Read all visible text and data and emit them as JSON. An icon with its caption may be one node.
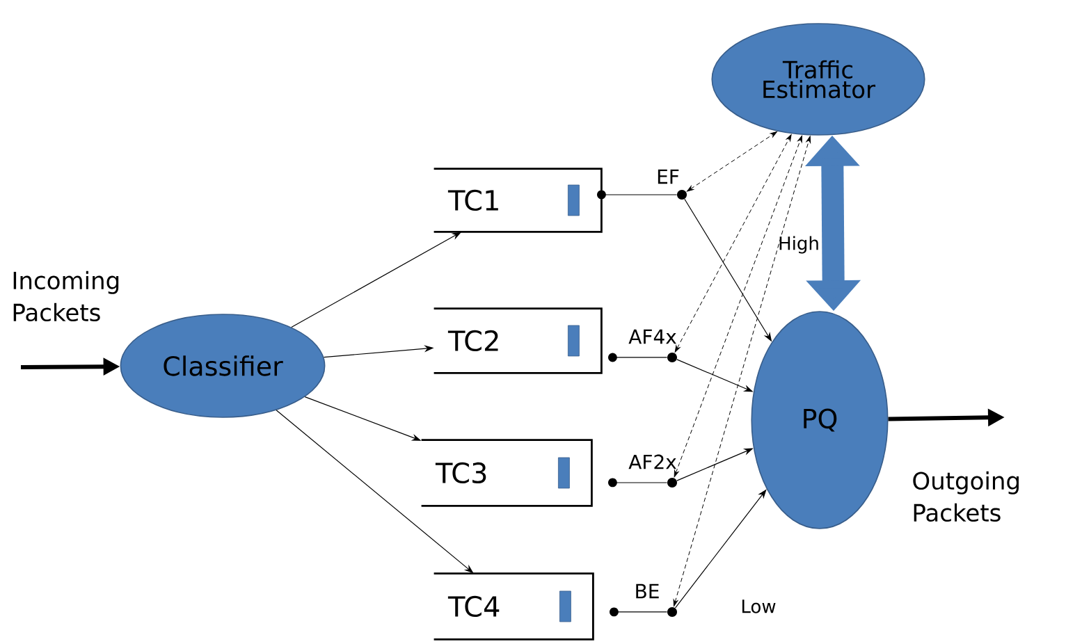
{
  "diagram": {
    "nodes": [
      {
        "text": [
          "Classifier"
        ]
      },
      {
        "text": [
          "TC1"
        ]
      },
      {
        "text": [
          "TC2"
        ]
      },
      {
        "text": [
          "TC3"
        ]
      },
      {
        "text": [
          "TC4"
        ]
      },
      {
        "text": [
          "Traffic Estimator"
        ]
      },
      {
        "text": [
          "PQ"
        ]
      },
      {
        "text": [],
        "shape": "circle"
      },
      {
        "text": [],
        "shape": "circle"
      },
      {
        "text": [],
        "shape": "circle"
      },
      {
        "text": [],
        "shape": "circle"
      }
    ],
    "edges": [
      {
        "from": null,
        "to": 0,
        "arrow": "to",
        "style": "thick"
      },
      {
        "from": 0,
        "to": 1,
        "arrow": "to"
      },
      {
        "from": 0,
        "to": 2,
        "arrow": "to"
      },
      {
        "from": 0,
        "to": 3,
        "arrow": "to"
      },
      {
        "from": 0,
        "to": 4,
        "arrow": "to"
      },
      {
        "from": 1,
        "to": 7,
        "arrow": "none",
        "label": "EF"
      },
      {
        "from": 2,
        "to": 8,
        "arrow": "none",
        "label": "AF4x"
      },
      {
        "from": 3,
        "to": 9,
        "arrow": "none",
        "label": "AF2x"
      },
      {
        "from": 4,
        "to": 10,
        "arrow": "none",
        "label": "BE"
      },
      {
        "from": 7,
        "to": 6,
        "arrow": "to"
      },
      {
        "from": 8,
        "to": 6,
        "arrow": "to"
      },
      {
        "from": 9,
        "to": 6,
        "arrow": "to"
      },
      {
        "from": 10,
        "to": 6,
        "arrow": "to"
      },
      {
        "from": 7,
        "to": 5,
        "arrow": "both",
        "style": "dashed"
      },
      {
        "from": 8,
        "to": 5,
        "arrow": "both",
        "style": "dashed"
      },
      {
        "from": 9,
        "to": 5,
        "arrow": "both",
        "style": "dashed"
      },
      {
        "from": 10,
        "to": 5,
        "arrow": "both",
        "style": "dashed"
      },
      {
        "from": 5,
        "to": 6,
        "arrow": "both",
        "style": "thick",
        "color": "#4a7ebb"
      },
      {
        "from": 6,
        "to": null,
        "arrow": "to",
        "style": "thick"
      }
    ],
    "labels": [
      "Incoming Packets",
      "High",
      "Outgoing Packets",
      "Low"
    ]
  }
}
